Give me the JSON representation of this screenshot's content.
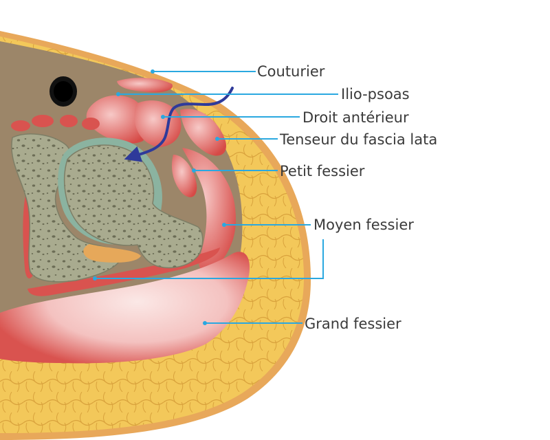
{
  "labels": {
    "couturier": "Couturier",
    "ilio_psoas": "Ilio-psoas",
    "droit_anterieur": "Droit antérieur",
    "tenseur": "Tenseur du fascia lata",
    "petit_fessier": "Petit fessier",
    "moyen_fessier": "Moyen fessier",
    "grand_fessier": "Grand fessier"
  },
  "colors": {
    "leader_line": "#2aa8e0",
    "arrow": "#2e3a9a",
    "fat": "#f2c654",
    "skin": "#e9a95a",
    "muscle": "#d9534f",
    "bone": "#a7a98c",
    "tissue": "#9b8468"
  }
}
